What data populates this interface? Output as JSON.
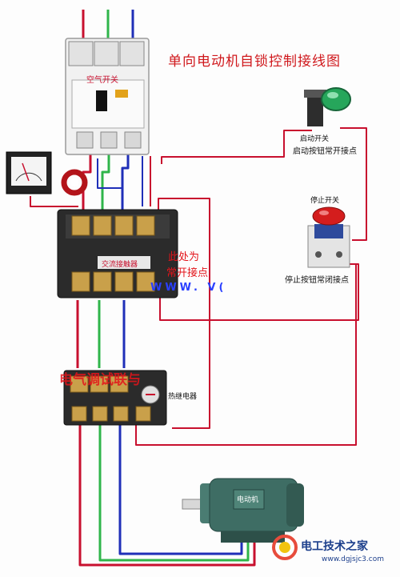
{
  "title": "单向电动机自锁控制接线图",
  "breaker": {
    "label": "空气开关"
  },
  "start_button": {
    "tag": "启动开关",
    "caption": "启动按钮常开接点"
  },
  "stop_button": {
    "tag": "停止开关",
    "caption": "停止按钮常闭接点"
  },
  "contactor": {
    "label": "交流接触器",
    "note_line1": "此处为",
    "note_line2": "常开接点"
  },
  "thermal_relay": {
    "label": "热继电器"
  },
  "motor": {
    "label": "电动机"
  },
  "watermarks": {
    "red": "电气调试联与",
    "blue": "WWW.  V("
  },
  "logo": {
    "name": "电工技术之家",
    "url": "www.dgjsjc3.com"
  },
  "colors": {
    "title": "#d0181c",
    "wire_red": "#c8102e",
    "wire_green": "#2fb54a",
    "wire_blue": "#1f2fb8",
    "motor": "#3e6d64"
  }
}
